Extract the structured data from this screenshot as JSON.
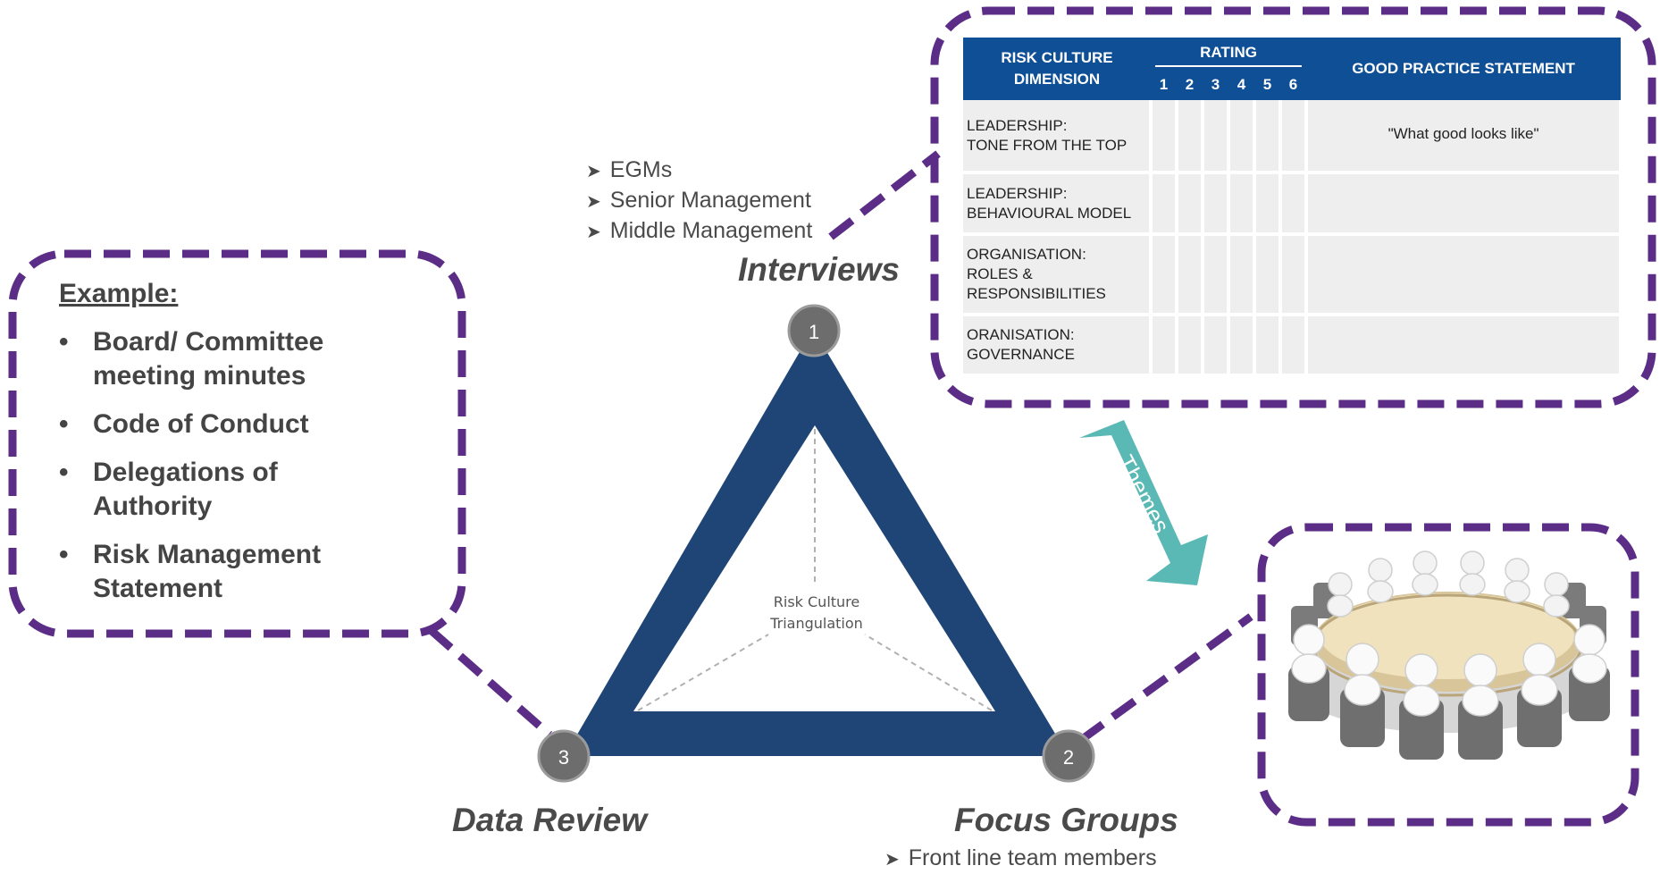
{
  "interviews": {
    "label": "Interviews",
    "bullets": [
      "EGMs",
      "Senior Management",
      "Middle Management"
    ]
  },
  "focus_groups": {
    "label": "Focus Groups",
    "bullets": [
      "Front line team members"
    ]
  },
  "data_review": {
    "label": "Data Review"
  },
  "triangle": {
    "center_line1": "Risk Culture",
    "center_line2": "Triangulation",
    "node1": "1",
    "node2": "2",
    "node3": "3"
  },
  "themes_arrow": {
    "label": "Themes"
  },
  "example": {
    "title": "Example:",
    "bullet_glyph": "•",
    "items": [
      {
        "line1": "Board/ Committee",
        "line2": "meeting minutes"
      },
      {
        "line1": "Code of Conduct",
        "line2": ""
      },
      {
        "line1": "Delegations of",
        "line2": "Authority"
      },
      {
        "line1": "Risk Management",
        "line2": "Statement"
      }
    ]
  },
  "rating_table": {
    "header_dimension_line1": "RISK CULTURE",
    "header_dimension_line2": "DIMENSION",
    "header_rating": "RATING",
    "rating_levels": [
      "1",
      "2",
      "3",
      "4",
      "5",
      "6"
    ],
    "header_statement": "GOOD PRACTICE STATEMENT",
    "rows": [
      {
        "dimension": [
          "LEADERSHIP:",
          "TONE FROM THE TOP"
        ],
        "statement": "\"What good looks like\""
      },
      {
        "dimension": [
          "LEADERSHIP:",
          "BEHAVIOURAL MODEL"
        ],
        "statement": ""
      },
      {
        "dimension": [
          "ORGANISATION:",
          "ROLES &",
          "RESPONSIBILITIES"
        ],
        "statement": ""
      },
      {
        "dimension": [
          "ORANISATION:",
          "GOVERNANCE"
        ],
        "statement": ""
      }
    ]
  },
  "colors": {
    "triangle": "#1e4576",
    "dash_border": "#5c2d87",
    "node_circle": "#6d6d6d",
    "table_header": "#0e4f96",
    "themes_arrow": "#5ab9b4"
  }
}
